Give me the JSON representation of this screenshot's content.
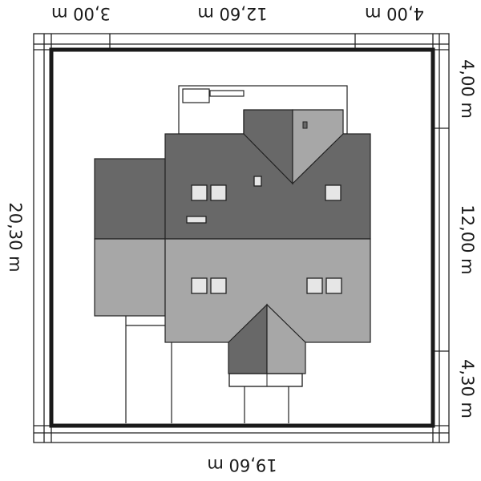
{
  "dimensions": {
    "top_left": "3,00 m",
    "top_middle": "12,60 m",
    "top_right": "4,00 m",
    "bottom_total": "19,60 m",
    "left_total": "20,30 m",
    "right_top": "4,00 m",
    "right_middle": "12,00 m",
    "right_bottom": "4,30 m"
  },
  "colors": {
    "roof_dark": "#686868",
    "roof_light": "#a7a7a7",
    "plot_boundary": "#1a1a1a",
    "window": "#e6e6e6"
  }
}
